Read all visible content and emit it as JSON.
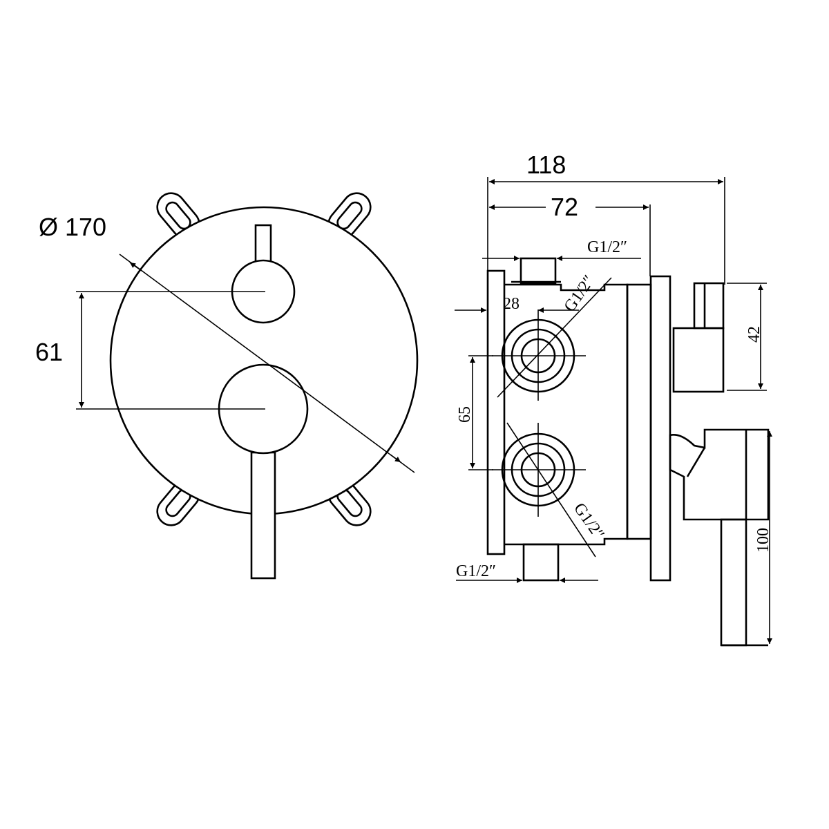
{
  "front_view": {
    "diameter_label": "Ø 170",
    "spacing_label": "61"
  },
  "side_view": {
    "depth_total_label": "118",
    "depth_body_label": "72",
    "inlet_offset_label": "28",
    "inlet_spacing_label": "65",
    "top_handle_label": "42",
    "bottom_handle_label": "100",
    "thread_top": "G1/2″",
    "thread_inlet_upper": "G1/2″",
    "thread_inlet_lower": "G1/2″",
    "thread_bottom": "G1/2″"
  }
}
